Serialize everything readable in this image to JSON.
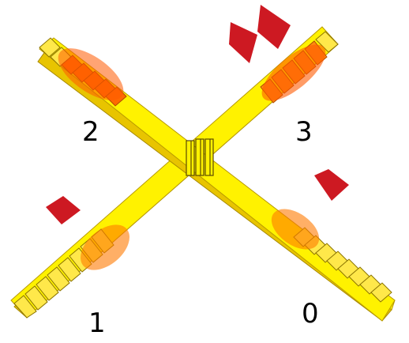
{
  "ports": [
    {
      "label": "0"
    },
    {
      "label": "1"
    },
    {
      "label": "2"
    },
    {
      "label": "3"
    }
  ],
  "colors": {
    "arm_top": "#fff200",
    "arm_side": "#e0b800",
    "arm_edge": "#a88a00",
    "tooth_top": "#ffe84a",
    "hotspot": "#ff7a00",
    "red_marker": "#c8000a",
    "background": "#ffffff"
  },
  "icons": [
    "red-diamond-marker-icon",
    "crossing-junction-icon"
  ]
}
